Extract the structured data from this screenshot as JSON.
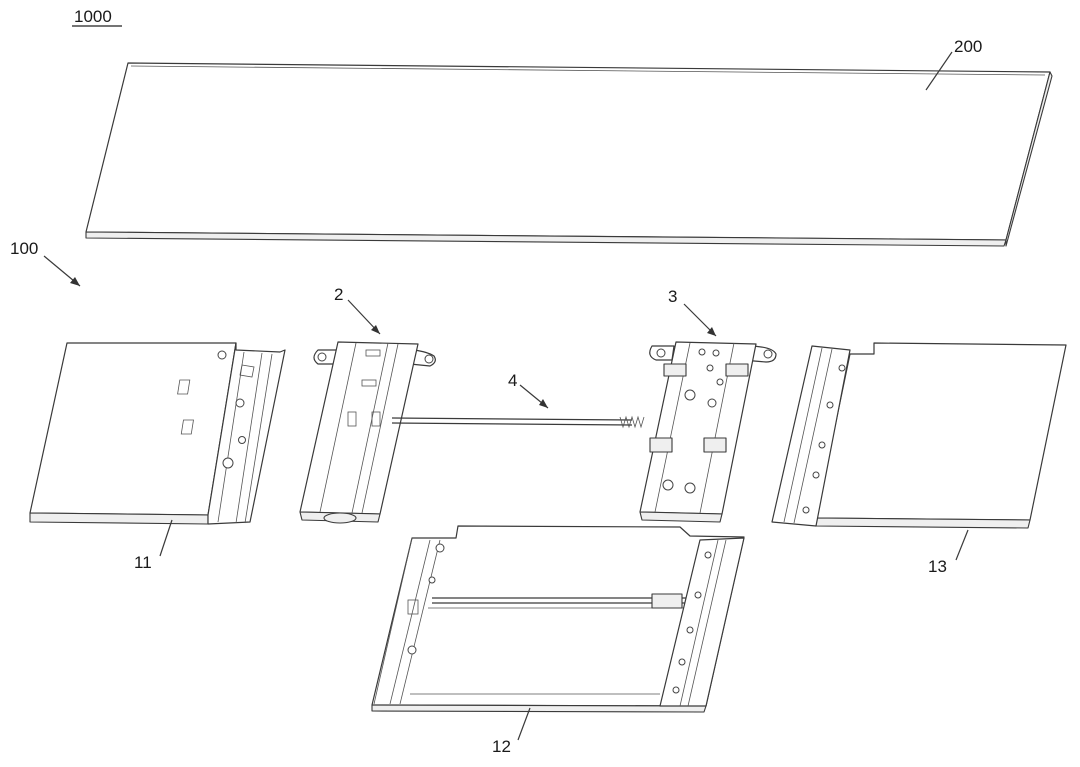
{
  "labels": {
    "assembly": "1000",
    "panel": "200",
    "module": "100",
    "part_2": "2",
    "part_3": "3",
    "part_4": "4",
    "part_11": "11",
    "part_12": "12",
    "part_13": "13"
  }
}
